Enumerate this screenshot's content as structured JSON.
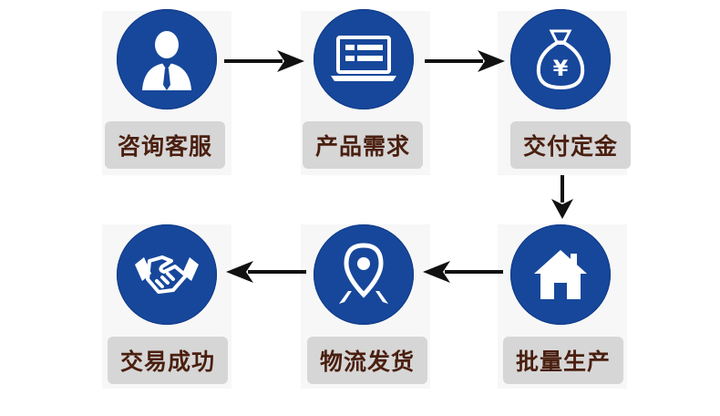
{
  "steps": [
    {
      "label": "咨询客服",
      "icon": "consultant-icon"
    },
    {
      "label": "产品需求",
      "icon": "laptop-icon"
    },
    {
      "label": "交付定金",
      "icon": "money-bag-icon"
    },
    {
      "label": "批量生产",
      "icon": "house-icon"
    },
    {
      "label": "物流发货",
      "icon": "location-pin-icon"
    },
    {
      "label": "交易成功",
      "icon": "handshake-icon"
    }
  ],
  "colors": {
    "circle": "#17479b",
    "label_bg": "#d6d6d6",
    "label_text": "#4a1f0f",
    "arrow": "#111111"
  }
}
